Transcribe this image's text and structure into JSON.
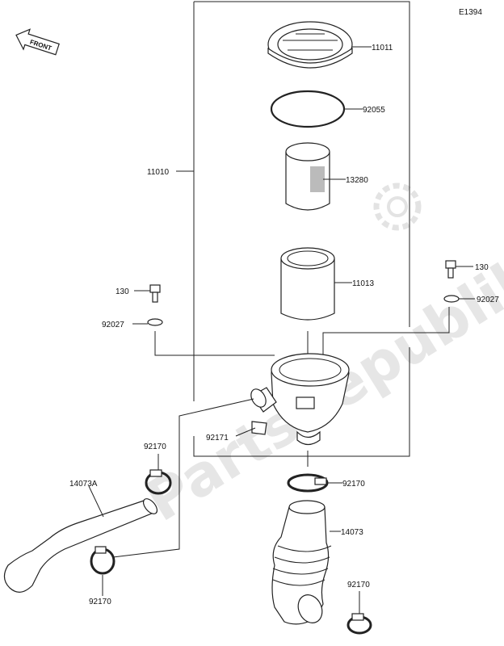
{
  "diagram_code": "E1394",
  "front_arrow_text": "FRONT",
  "watermark_text": "PartsRepublik",
  "labels": {
    "p11011": "11011",
    "p92055": "92055",
    "p11010": "11010",
    "p13280": "13280",
    "p11013": "11013",
    "p130_left": "130",
    "p92027_left": "92027",
    "p130_right": "130",
    "p92027_right": "92027",
    "p92171": "92171",
    "p92170_top_left": "92170",
    "p14073A": "14073A",
    "p92170_mid": "92170",
    "p14073": "14073",
    "p92170_bottom_left": "92170",
    "p92170_bottom_right": "92170"
  }
}
